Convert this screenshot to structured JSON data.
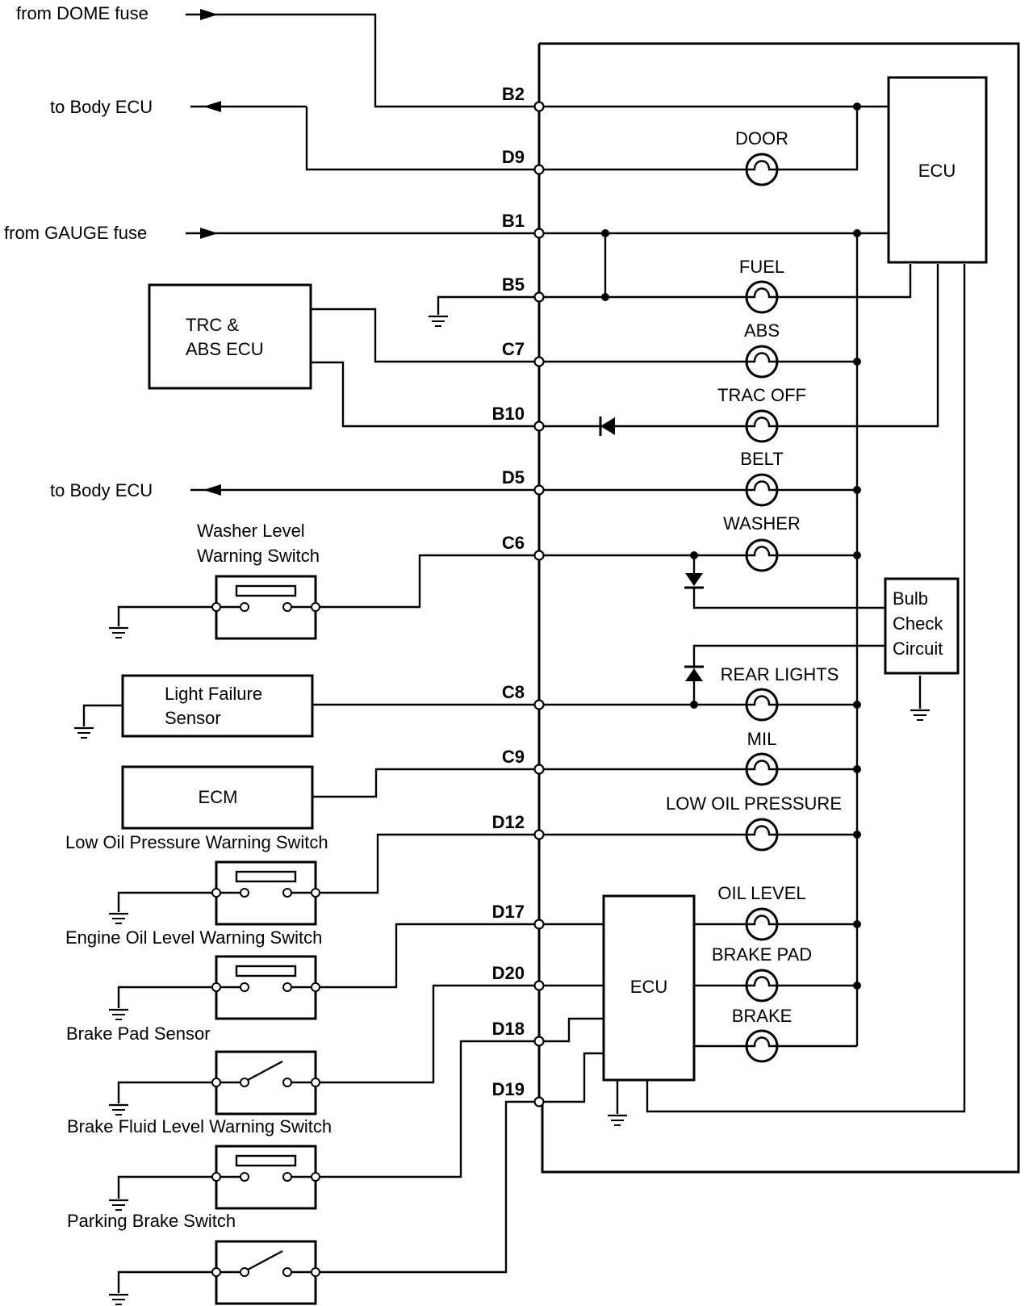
{
  "external": {
    "dome_fuse": "from DOME fuse",
    "body_ecu_1": "to Body ECU",
    "gauge_fuse": "from GAUGE fuse",
    "body_ecu_2": "to Body ECU"
  },
  "pins": {
    "b2": "B2",
    "d9": "D9",
    "b1": "B1",
    "b5": "B5",
    "c7": "C7",
    "b10": "B10",
    "d5": "D5",
    "c6": "C6",
    "c8": "C8",
    "c9": "C9",
    "d12": "D12",
    "d17": "D17",
    "d20": "D20",
    "d18": "D18",
    "d19": "D19"
  },
  "lamps": {
    "door": "DOOR",
    "fuel": "FUEL",
    "abs": "ABS",
    "trac_off": "TRAC OFF",
    "belt": "BELT",
    "washer": "WASHER",
    "rear_lights": "REAR LIGHTS",
    "mil": "MIL",
    "low_oil": "LOW OIL PRESSURE",
    "oil_level": "OIL LEVEL",
    "brake_pad": "BRAKE PAD",
    "brake": "BRAKE"
  },
  "components": {
    "ecu_top": "ECU",
    "trc_abs_line1": "TRC &",
    "trc_abs_line2": "ABS ECU",
    "bulb_check_line1": "Bulb",
    "bulb_check_line2": "Check",
    "bulb_check_line3": "Circuit",
    "light_failure_line1": "Light Failure",
    "light_failure_line2": "Sensor",
    "ecm": "ECM",
    "ecu_bottom": "ECU"
  },
  "switches": {
    "washer_line1": "Washer Level",
    "washer_line2": "Warning Switch",
    "low_oil": "Low Oil Pressure Warning Switch",
    "engine_oil": "Engine Oil Level Warning Switch",
    "brake_pad": "Brake Pad Sensor",
    "brake_fluid": "Brake Fluid Level Warning Switch",
    "parking": "Parking Brake Switch"
  }
}
